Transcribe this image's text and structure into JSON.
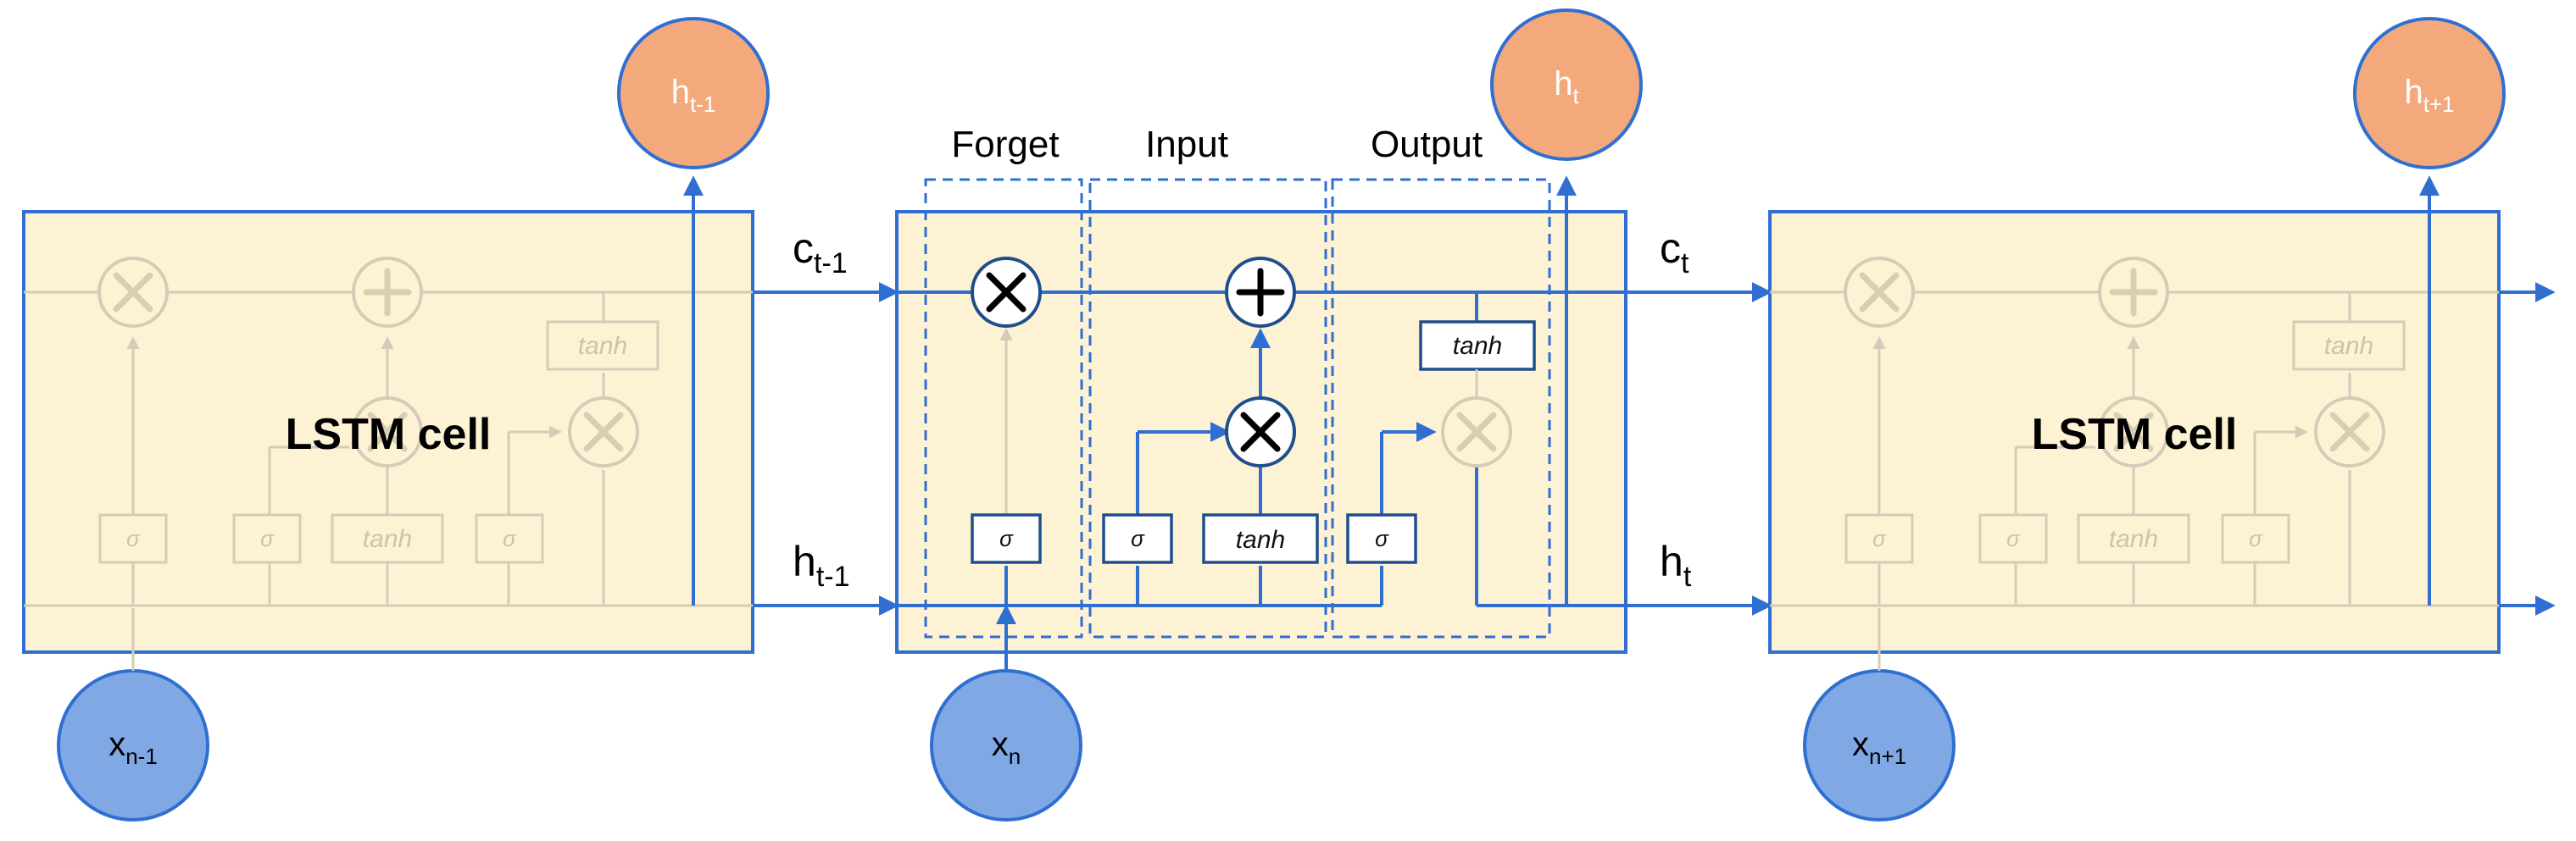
{
  "cells": {
    "left": {
      "title": "LSTM cell",
      "h_out": "h",
      "h_out_sub": "t-1",
      "x_in": "x",
      "x_in_sub": "n-1"
    },
    "middle": {
      "h_out": "h",
      "h_out_sub": "t",
      "x_in": "x",
      "x_in_sub": "n"
    },
    "right": {
      "title": "LSTM cell",
      "h_out": "h",
      "h_out_sub": "t+1",
      "x_in": "x",
      "x_in_sub": "n+1"
    }
  },
  "gates": {
    "forget": "Forget",
    "input": "Input",
    "output": "Output"
  },
  "box_labels": {
    "sigma": "σ",
    "tanh": "tanh"
  },
  "connections": {
    "c_in": "c",
    "c_in_sub": "t-1",
    "h_in": "h",
    "h_in_sub": "t-1",
    "c_out": "c",
    "c_out_sub": "t",
    "h_out": "h",
    "h_out_sub": "t"
  },
  "colors": {
    "cell_fill": "#fdf2d4",
    "line": "#2f6fd1",
    "hidden_state_node": "#f4a97c",
    "input_node": "#7fa8e4"
  },
  "icons": {
    "multiply": "multiply-operator-icon",
    "add": "add-operator-icon",
    "arrow": "arrow-icon"
  }
}
